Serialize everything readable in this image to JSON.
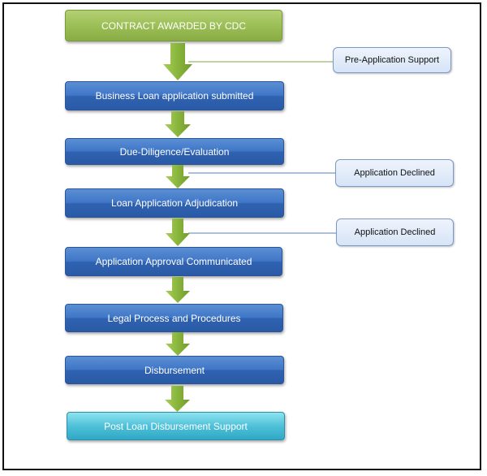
{
  "steps": [
    "CONTRACT AWARDED BY CDC",
    "Business Loan application submitted",
    "Due-Diligence/Evaluation",
    "Loan Application Adjudication",
    "Application Approval Communicated",
    "Legal Process and Procedures",
    "Disbursement",
    "Post Loan Disbursement Support"
  ],
  "side_notes": [
    "Pre-Application Support",
    "Application Declined",
    "Application Declined"
  ],
  "colors": {
    "start": "#9cbf56",
    "step": "#3f76c6",
    "end": "#4fc1d8",
    "arrow": "#8ab53c",
    "note_fill": "#dbe6f7",
    "connector": "#5d7fb7"
  }
}
